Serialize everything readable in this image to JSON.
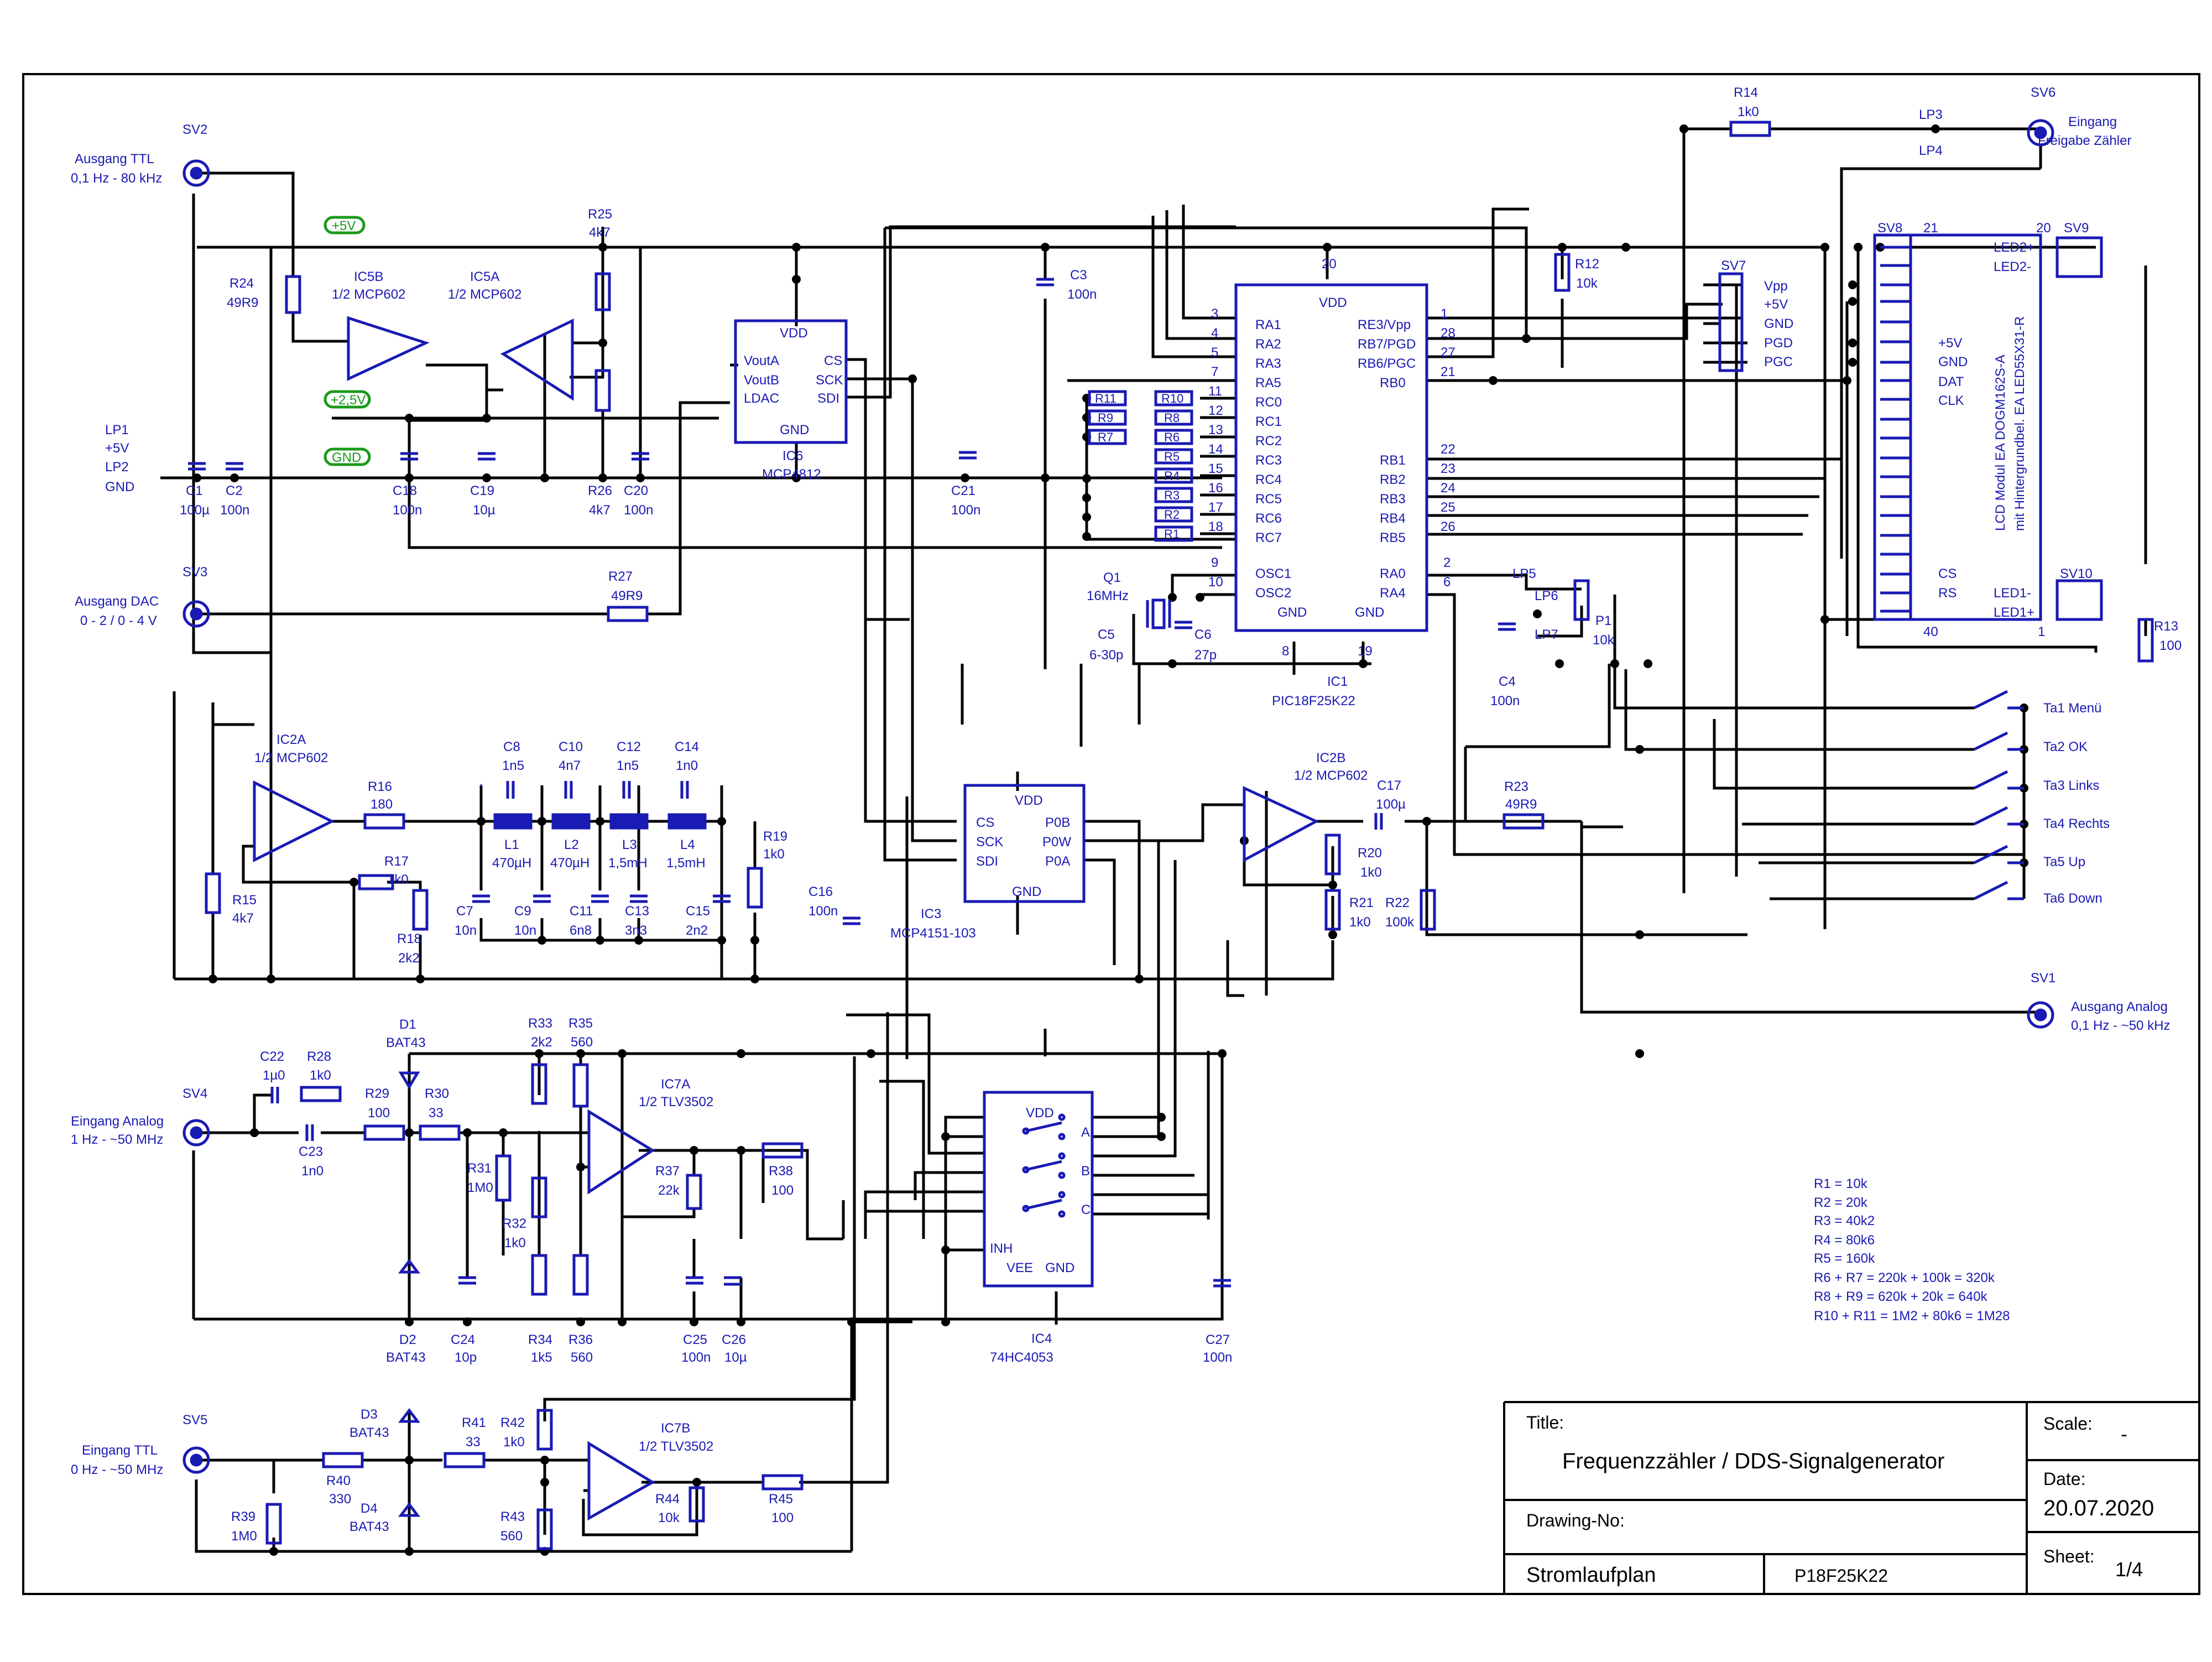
{
  "title_block": {
    "title_label": "Title:",
    "title": "Frequenzzähler / DDS-Signalgenerator",
    "drawing_no_label": "Drawing-No:",
    "drawing_no": "",
    "plan": "Stromlaufplan",
    "board": "P18F25K22",
    "scale_label": "Scale:",
    "scale": "-",
    "date_label": "Date:",
    "date": "20.07.2020",
    "sheet_label": "Sheet:",
    "sheet": "1/4"
  },
  "connectors": {
    "sv2": {
      "ref": "SV2",
      "label1": "Ausgang TTL",
      "label2": "0,1 Hz - 80 kHz"
    },
    "sv3": {
      "ref": "SV3",
      "label1": "Ausgang DAC",
      "label2": "0 - 2 / 0 - 4 V"
    },
    "sv4": {
      "ref": "SV4",
      "label1": "Eingang Analog",
      "label2": "1 Hz - ~50 MHz"
    },
    "sv5": {
      "ref": "SV5",
      "label1": "Eingang TTL",
      "label2": "0 Hz - ~50 MHz"
    },
    "sv6": {
      "ref": "SV6",
      "label1": "Eingang",
      "label2": "Freigabe Zähler"
    },
    "sv1": {
      "ref": "SV1",
      "label1": "Ausgang Analog",
      "label2": "0,1 Hz - ~50 kHz"
    }
  },
  "power": {
    "lp1": "LP1",
    "lp1_net": "+5V",
    "lp2": "LP2",
    "lp2_net": "GND",
    "flag_5v": "+5V",
    "flag_25v": "+2,5V",
    "flag_gnd": "GND"
  },
  "parts": {
    "ic5b": {
      "ref": "IC5B",
      "val": "1/2 MCP602"
    },
    "ic5a": {
      "ref": "IC5A",
      "val": "1/2 MCP602"
    },
    "ic2a": {
      "ref": "IC2A",
      "val": "1/2 MCP602"
    },
    "ic2b": {
      "ref": "IC2B",
      "val": "1/2 MCP602"
    },
    "ic7a": {
      "ref": "IC7A",
      "val": "1/2 TLV3502"
    },
    "ic7b": {
      "ref": "IC7B",
      "val": "1/2 TLV3502"
    },
    "ic6": {
      "ref": "IC6",
      "val": "MCP4812",
      "pins": [
        "VDD",
        "VoutA",
        "VoutB",
        "LDAC",
        "CS",
        "SCK",
        "SDI",
        "GND"
      ]
    },
    "ic3": {
      "ref": "IC3",
      "val": "MCP4151-103",
      "pins": [
        "VDD",
        "CS",
        "SCK",
        "SDI",
        "P0B",
        "P0W",
        "P0A",
        "GND"
      ]
    },
    "ic4": {
      "ref": "IC4",
      "val": "74HC4053",
      "pins": [
        "VDD",
        "A",
        "B",
        "C",
        "INH",
        "VEE",
        "GND"
      ]
    },
    "ic1": {
      "ref": "IC1",
      "val": "PIC18F25K22",
      "left_pins": [
        "RA1",
        "RA2",
        "RA3",
        "RA5",
        "RC0",
        "RC1",
        "RC2",
        "RC3",
        "RC4",
        "RC5",
        "RC6",
        "RC7",
        "OSC1",
        "OSC2"
      ],
      "left_nums": [
        "3",
        "4",
        "5",
        "7",
        "11",
        "12",
        "13",
        "14",
        "15",
        "16",
        "17",
        "18",
        "9",
        "10"
      ],
      "right_pins": [
        "RE3/Vpp",
        "RB7/PGD",
        "RB6/PGC",
        "RB0",
        "RB1",
        "RB2",
        "RB3",
        "RB4",
        "RB5",
        "RA0",
        "RA4"
      ],
      "right_nums": [
        "1",
        "28",
        "27",
        "21",
        "22",
        "23",
        "24",
        "25",
        "26",
        "2",
        "6"
      ],
      "vdd": "VDD",
      "gnd": "GND",
      "vdd_pin": "20",
      "gnd_pin1": "8",
      "gnd_pin2": "19"
    },
    "lcd": {
      "title1": "LCD Modul EA DOGM162S-A",
      "title2": "mit Hintergrundbel. EA LED55X31-R",
      "pins": [
        "+5V",
        "GND",
        "DAT",
        "CLK",
        "CS",
        "RS",
        "LED1-",
        "LED1+",
        "LED2+",
        "LED2-"
      ]
    },
    "sv7": {
      "ref": "SV7",
      "pins": [
        "Vpp",
        "+5V",
        "GND",
        "PGD",
        "PGC"
      ]
    },
    "sv8": {
      "ref": "SV8",
      "n21": "21",
      "n40": "40"
    },
    "sv9": {
      "ref": "SV9",
      "n20": "20"
    },
    "sv10": {
      "ref": "SV10",
      "n1": "1"
    }
  },
  "passives": [
    {
      "ref": "R24",
      "val": "49R9"
    },
    {
      "ref": "R25",
      "val": "4k7"
    },
    {
      "ref": "R26",
      "val": "4k7"
    },
    {
      "ref": "C1",
      "val": "100µ"
    },
    {
      "ref": "C2",
      "val": "100n"
    },
    {
      "ref": "C18",
      "val": "100n"
    },
    {
      "ref": "C19",
      "val": "10µ"
    },
    {
      "ref": "C20",
      "val": "100n"
    },
    {
      "ref": "C3",
      "val": "100n"
    },
    {
      "ref": "C21",
      "val": "100n"
    },
    {
      "ref": "R27",
      "val": "49R9"
    },
    {
      "ref": "R12",
      "val": "10k"
    },
    {
      "ref": "R14",
      "val": "1k0"
    },
    {
      "ref": "Q1",
      "val": "16MHz"
    },
    {
      "ref": "C5",
      "val": "6-30p"
    },
    {
      "ref": "C6",
      "val": "27p"
    },
    {
      "ref": "C4",
      "val": "100n"
    },
    {
      "ref": "P1",
      "val": "10k"
    },
    {
      "ref": "R13",
      "val": "100"
    },
    {
      "ref": "R16",
      "val": "180"
    },
    {
      "ref": "R17",
      "val": "1k0"
    },
    {
      "ref": "R18",
      "val": "2k2"
    },
    {
      "ref": "R15",
      "val": "4k7"
    },
    {
      "ref": "C8",
      "val": "1n5"
    },
    {
      "ref": "C10",
      "val": "4n7"
    },
    {
      "ref": "C12",
      "val": "1n5"
    },
    {
      "ref": "C14",
      "val": "1n0"
    },
    {
      "ref": "L1",
      "val": "470µH"
    },
    {
      "ref": "L2",
      "val": "470µH"
    },
    {
      "ref": "L3",
      "val": "1,5mH"
    },
    {
      "ref": "L4",
      "val": "1,5mH"
    },
    {
      "ref": "C7",
      "val": "10n"
    },
    {
      "ref": "C9",
      "val": "10n"
    },
    {
      "ref": "C11",
      "val": "6n8"
    },
    {
      "ref": "C13",
      "val": "3n3"
    },
    {
      "ref": "C15",
      "val": "2n2"
    },
    {
      "ref": "R19",
      "val": "1k0"
    },
    {
      "ref": "C16",
      "val": "100n"
    },
    {
      "ref": "C17",
      "val": "100µ"
    },
    {
      "ref": "R20",
      "val": "1k0"
    },
    {
      "ref": "R21",
      "val": "1k0"
    },
    {
      "ref": "R22",
      "val": "100k"
    },
    {
      "ref": "R23",
      "val": "49R9"
    },
    {
      "ref": "D1",
      "val": "BAT43"
    },
    {
      "ref": "D2",
      "val": "BAT43"
    },
    {
      "ref": "C22",
      "val": "1µ0"
    },
    {
      "ref": "R28",
      "val": "1k0"
    },
    {
      "ref": "C23",
      "val": "1n0"
    },
    {
      "ref": "R29",
      "val": "100"
    },
    {
      "ref": "R30",
      "val": "33"
    },
    {
      "ref": "R31",
      "val": "1M0"
    },
    {
      "ref": "R32",
      "val": "1k0"
    },
    {
      "ref": "R33",
      "val": "2k2"
    },
    {
      "ref": "R35",
      "val": "560"
    },
    {
      "ref": "R34",
      "val": "1k5"
    },
    {
      "ref": "R36",
      "val": "560"
    },
    {
      "ref": "R37",
      "val": "22k"
    },
    {
      "ref": "R38",
      "val": "100"
    },
    {
      "ref": "C24",
      "val": "10p"
    },
    {
      "ref": "C25",
      "val": "100n"
    },
    {
      "ref": "C26",
      "val": "10µ"
    },
    {
      "ref": "C27",
      "val": "100n"
    },
    {
      "ref": "D3",
      "val": "BAT43"
    },
    {
      "ref": "D4",
      "val": "BAT43"
    },
    {
      "ref": "R39",
      "val": "1M0"
    },
    {
      "ref": "R40",
      "val": "330"
    },
    {
      "ref": "R41",
      "val": "33"
    },
    {
      "ref": "R42",
      "val": "1k0"
    },
    {
      "ref": "R43",
      "val": "560"
    },
    {
      "ref": "R44",
      "val": "10k"
    },
    {
      "ref": "R45",
      "val": "100"
    }
  ],
  "r_ladder": [
    "R11",
    "R10",
    "R9",
    "R8",
    "R7",
    "R6",
    "R5",
    "R4",
    "R3",
    "R2",
    "R1"
  ],
  "jumpers": [
    "LP3",
    "LP4",
    "LP5",
    "LP6",
    "LP7"
  ],
  "buttons": [
    "Ta1 Menü",
    "Ta2 OK",
    "Ta3 Links",
    "Ta4 Rechts",
    "Ta5 Up",
    "Ta6 Down"
  ],
  "notes": [
    "R1 = 10k",
    "R2 = 20k",
    "R3 = 40k2",
    "R4 = 80k6",
    "R5 = 160k",
    "R6 + R7 = 220k + 100k = 320k",
    "R8 + R9 = 620k + 20k = 640k",
    "R10 + R11 = 1M2 + 80k6 = 1M28"
  ]
}
